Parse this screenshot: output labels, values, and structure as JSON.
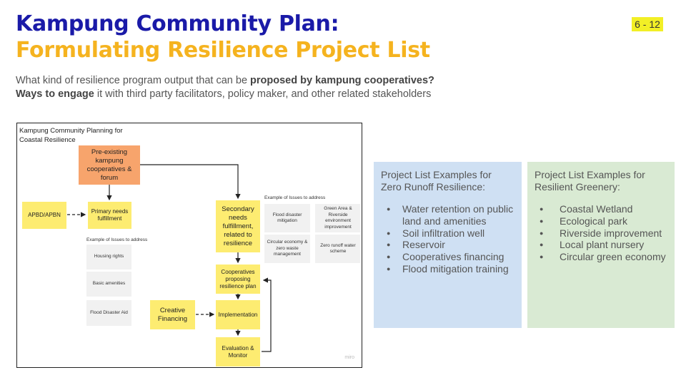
{
  "header": {
    "title_line1": "Kampung Community Plan:",
    "title_line2": "Formulating Resilience Project List",
    "page_number": "6 - 12"
  },
  "subtitle": {
    "line1_text": "What kind of resilience program output that can be ",
    "line1_bold": "proposed by kampung cooperatives?",
    "line2_bold": "Ways to engage",
    "line2_text": " it with third party facilitators, policy maker, and other related stakeholders"
  },
  "diagram": {
    "title": "Kampung Community Planning for Coastal Resilience",
    "pre_existing": "Pre-existing kampung cooperatives & forum",
    "apbd": "APBD/APBN",
    "primary_needs": "Primary needs fulfillment",
    "issues_label_left": "Example of Issues to address",
    "issues_left": [
      "Housing rights",
      "Basic amenities",
      "Flood Disaster Aid"
    ],
    "secondary_needs": "Secondary needs fulfillment, related to resilience",
    "issues_label_right": "Example of Issues to address",
    "issues_right": [
      "Flood disaster mitigation",
      "Green Area & Riverside environment improvement",
      "Circular economy & zero waste management",
      "Zero runoff water scheme"
    ],
    "cooperatives_plan": "Cooperatives proposing resilience plan",
    "creative_financing": "Creative Financing",
    "implementation": "Implementation",
    "evaluation": "Evaluation & Monitor",
    "watermark": "miro"
  },
  "panel_zero_runoff": {
    "title": "Project List Examples for Zero Runoff Resilience:",
    "items": [
      "Water retention on public land and amenities",
      "Soil infiltration well",
      "Reservoir",
      "Cooperatives financing",
      "Flood mitigation training"
    ]
  },
  "panel_greenery": {
    "title": "Project List Examples for Resilient Greenery:",
    "items": [
      "Coastal Wetland",
      "Ecological park",
      "Riverside improvement",
      "Local plant nursery",
      "Circular green economy"
    ]
  },
  "colors": {
    "title_blue": "#1a1aa8",
    "title_yellow": "#f5b31f",
    "orange_box": "#f7a46c",
    "yellow_box": "#fdec71",
    "panel_blue": "#cfe0f3",
    "panel_green": "#d9ead3"
  }
}
